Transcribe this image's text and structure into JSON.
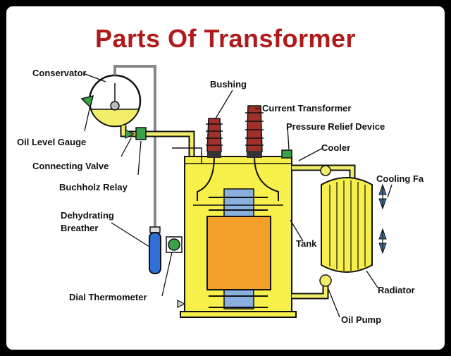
{
  "diagram": {
    "title": "Parts Of Transformer",
    "labels": {
      "conservator": "Conservator",
      "oil_level_gauge": "Oil Level Gauge",
      "connecting_valve": "Connecting Valve",
      "buchholz_relay": "Buchholz Relay",
      "dehydrating_breather_1": "Dehydrating",
      "dehydrating_breather_2": "Breather",
      "dial_thermometer": "Dial Thermometer",
      "bushing": "Bushing",
      "current_transformer": "Current Transformer",
      "pressure_relief_device": "Pressure Relief Device",
      "cooler": "Cooler",
      "cooling_fan": "Cooling Fa",
      "tank": "Tank",
      "radiator": "Radiator",
      "oil_pump": "Oil Pump"
    },
    "colors": {
      "title": "#b01a1a",
      "tank_fill": "#f7f04a",
      "oil_line": "#f3ee6a",
      "core": "#f2a02a",
      "bushing": "#a0302a",
      "gauge": "#3aa34a",
      "breather": "#2f6fd6",
      "fan": "#3c6fa8",
      "winding": "#8ab0e0"
    }
  }
}
